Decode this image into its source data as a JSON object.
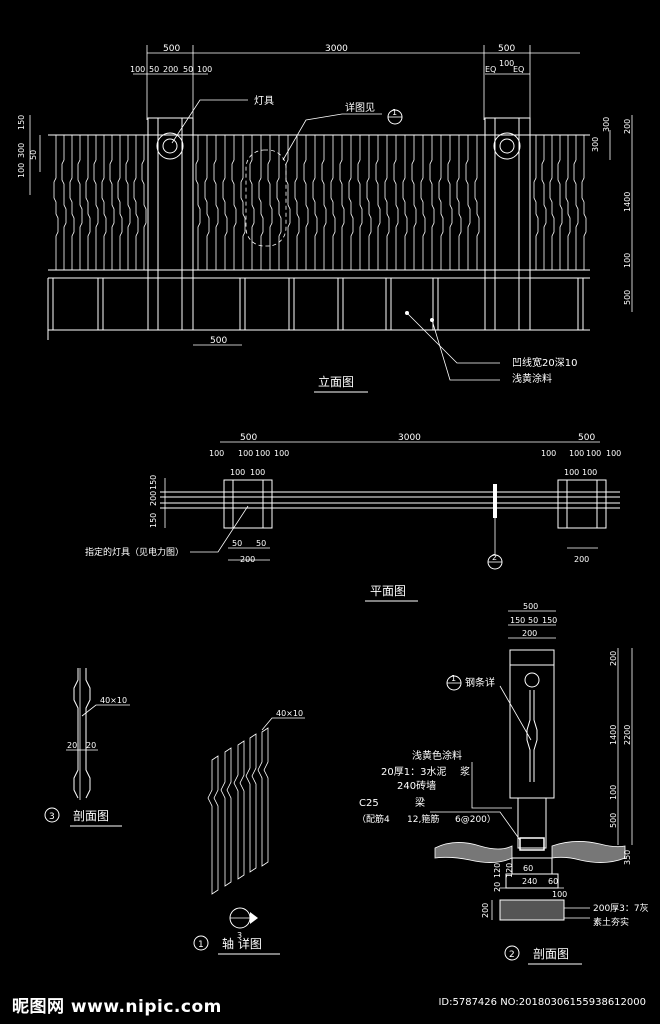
{
  "elevation": {
    "title": "立面图",
    "dims_top": [
      "500",
      "3000",
      "500"
    ],
    "dims_top_sub_left": [
      "100",
      "50",
      "200",
      "50",
      "100"
    ],
    "dims_top_sub_right": [
      "EQ",
      "100",
      "EQ"
    ],
    "dims_left": [
      "150",
      "300",
      "50",
      "100"
    ],
    "dims_right": [
      "300",
      "200",
      "1400",
      "100",
      "500"
    ],
    "dim_bottom": "500",
    "label_lamp": "灯具",
    "label_detail": "详图见",
    "detail_ref": "1",
    "label_groove": "凹线宽20深10",
    "label_paint": "浅黄涂料"
  },
  "plan": {
    "title": "平面图",
    "dims_top": [
      "500",
      "3000",
      "500"
    ],
    "dims_top_sub_left": [
      "100",
      "100",
      "100",
      "100"
    ],
    "dims_top_sub_left2": [
      "100",
      "100"
    ],
    "dims_top_sub_right": [
      "100",
      "100",
      "100",
      "100"
    ],
    "dims_top_sub_right2": [
      "100",
      "100"
    ],
    "dims_left": [
      "150",
      "200",
      "150"
    ],
    "dims_bottom_left": [
      "50",
      "50",
      "200"
    ],
    "dim_bottom_right": "200",
    "label_lamp": "指定的灯具（见电力图）",
    "section_ref": "2"
  },
  "section3": {
    "title": "剖面图",
    "number": "3",
    "label_bar": "40×10",
    "dims": [
      "20",
      "20"
    ]
  },
  "axo": {
    "title": "轴    详图",
    "number": "1",
    "label_bar": "40×10",
    "marker_ref": "3"
  },
  "section2": {
    "title": "剖面图",
    "number": "2",
    "dims_top": [
      "500",
      "150",
      "50",
      "150",
      "200"
    ],
    "dims_right": [
      "200",
      "1400",
      "2200",
      "100",
      "500",
      "350"
    ],
    "label_rail": "钢条详",
    "rail_ref": "1",
    "label_paint": "浅黄色涂料",
    "label_mortar": "20厚1：3水泥",
    "label_mortar2": "浆",
    "label_wall": "240砖墙",
    "label_c25": "C25",
    "label_beam": "梁",
    "label_rebar": "（配筋4",
    "label_rebar2": "12,箍筋",
    "label_rebar3": "6@200）",
    "dims_foot": [
      "60",
      "240",
      "60",
      "20",
      "120",
      "120",
      "100",
      "200"
    ],
    "label_lime": "200厚3：7灰",
    "label_soil": "素土夯实"
  },
  "footer": {
    "watermark_left": "昵图网 www.nipic.com",
    "watermark_right": "ID:5787426 NO:20180306155938612000"
  }
}
